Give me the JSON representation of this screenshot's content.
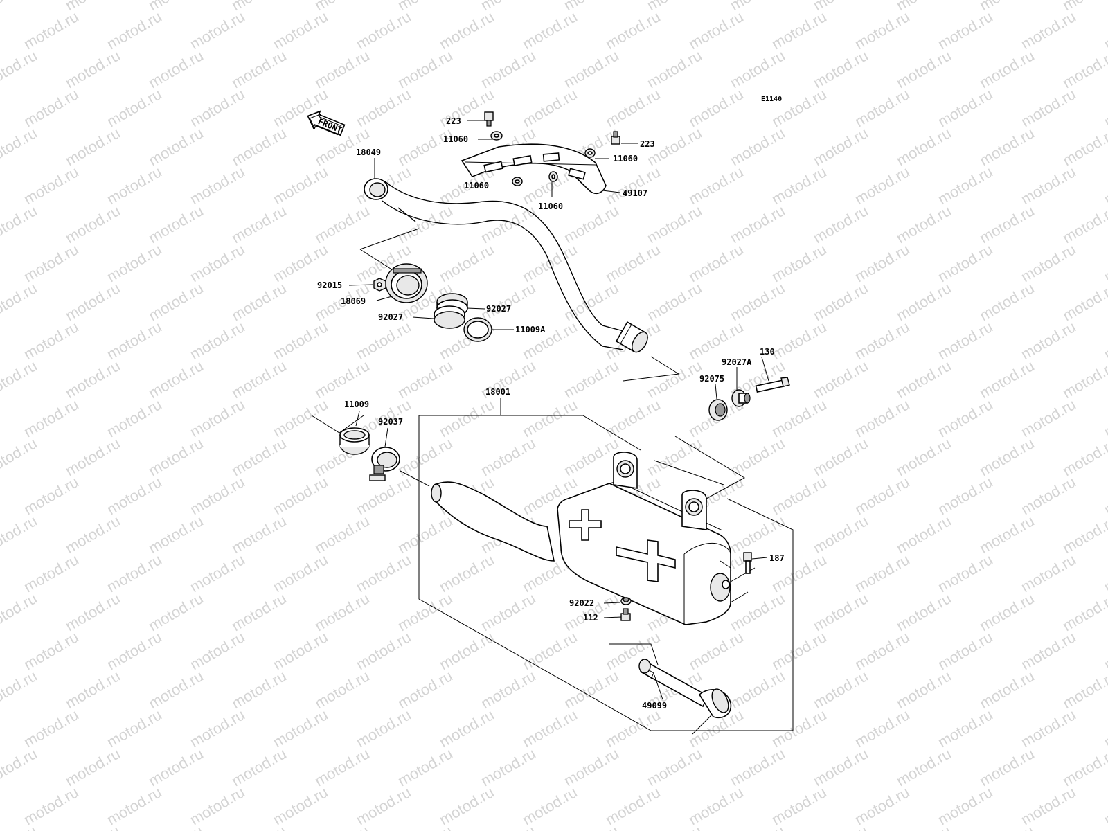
{
  "watermark": "motod.ru",
  "diagram_code": "E1140",
  "front_arrow_label": "FRONT",
  "labels": {
    "l223a": "223",
    "l11060a": "11060",
    "l223b": "223",
    "l11060b": "11060",
    "l11060c": "11060",
    "l11060d": "11060",
    "l49107": "49107",
    "l18049": "18049",
    "l92015": "92015",
    "l18069": "18069",
    "l92027a": "92027",
    "l92027b": "92027",
    "l11009A": "11009A",
    "l18001": "18001",
    "l11009": "11009",
    "l92037": "92037",
    "l92075": "92075",
    "l92027A": "92027A",
    "l130": "130",
    "l187": "187",
    "l92022": "92022",
    "l112": "112",
    "l49099": "49099"
  }
}
